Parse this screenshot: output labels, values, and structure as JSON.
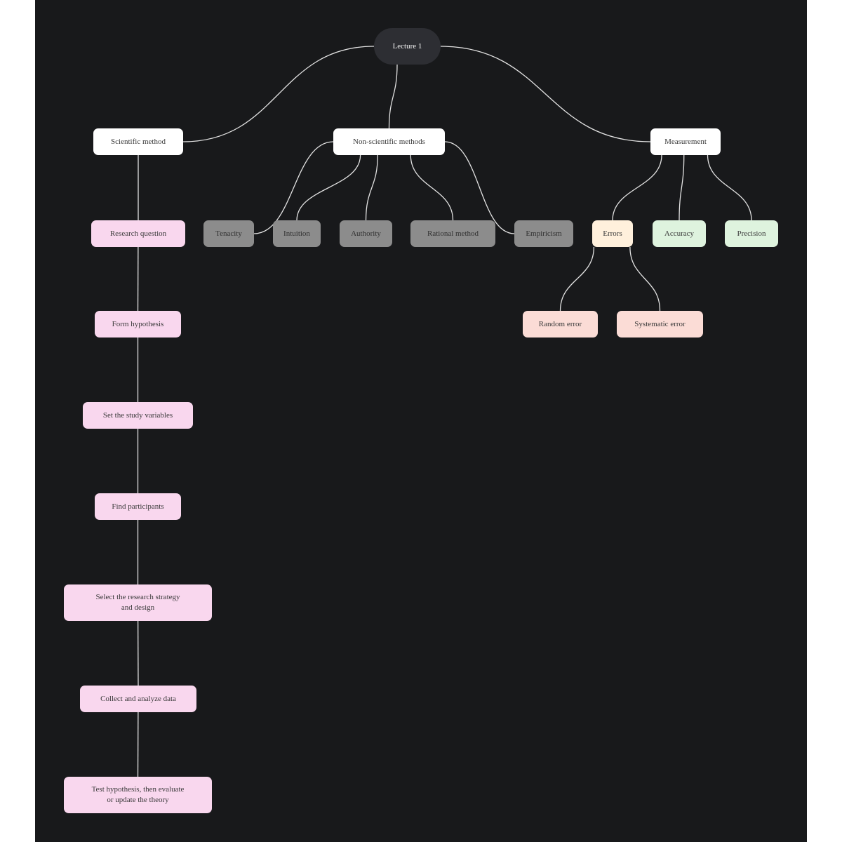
{
  "diagram": {
    "colors": {
      "background": "#18191b",
      "edge": "#e2e2e2",
      "root": "#2d2e33",
      "white": "#ffffff",
      "pink": "#f9d7ee",
      "gray": "#8c8c8c",
      "peach": "#fff0dc",
      "green": "#def3de",
      "salmon": "#fbdcd6"
    },
    "nodes": [
      {
        "id": "lecture-1",
        "label": "Lecture 1",
        "style": "root"
      },
      {
        "id": "scientific-method",
        "label": "Scientific method",
        "style": "white"
      },
      {
        "id": "non-scientific-methods",
        "label": "Non-scientific methods",
        "style": "white"
      },
      {
        "id": "measurement",
        "label": "Measurement",
        "style": "white"
      },
      {
        "id": "research-question",
        "label": "Research question",
        "style": "pink"
      },
      {
        "id": "form-hypothesis",
        "label": "Form hypothesis",
        "style": "pink"
      },
      {
        "id": "set-study-variables",
        "label": "Set the study variables",
        "style": "pink"
      },
      {
        "id": "find-participants",
        "label": "Find participants",
        "style": "pink"
      },
      {
        "id": "select-research-strategy",
        "label": "Select the research strategy\nand design",
        "style": "pink"
      },
      {
        "id": "collect-analyze-data",
        "label": "Collect and analyze data",
        "style": "pink"
      },
      {
        "id": "test-hypothesis",
        "label": "Test hypothesis, then evaluate\nor update the theory",
        "style": "pink"
      },
      {
        "id": "tenacity",
        "label": "Tenacity",
        "style": "gray"
      },
      {
        "id": "intuition",
        "label": "Intuition",
        "style": "gray"
      },
      {
        "id": "authority",
        "label": "Authority",
        "style": "gray"
      },
      {
        "id": "rational-method",
        "label": "Rational method",
        "style": "gray"
      },
      {
        "id": "empiricism",
        "label": "Empiricism",
        "style": "gray"
      },
      {
        "id": "errors",
        "label": "Errors",
        "style": "peach"
      },
      {
        "id": "accuracy",
        "label": "Accuracy",
        "style": "green"
      },
      {
        "id": "precision",
        "label": "Precision",
        "style": "green"
      },
      {
        "id": "random-error",
        "label": "Random error",
        "style": "salmon"
      },
      {
        "id": "systematic-error",
        "label": "Systematic error",
        "style": "salmon"
      }
    ],
    "edges": [
      [
        "lecture-1",
        "scientific-method"
      ],
      [
        "lecture-1",
        "non-scientific-methods"
      ],
      [
        "lecture-1",
        "measurement"
      ],
      [
        "scientific-method",
        "research-question"
      ],
      [
        "research-question",
        "form-hypothesis"
      ],
      [
        "form-hypothesis",
        "set-study-variables"
      ],
      [
        "set-study-variables",
        "find-participants"
      ],
      [
        "find-participants",
        "select-research-strategy"
      ],
      [
        "select-research-strategy",
        "collect-analyze-data"
      ],
      [
        "collect-analyze-data",
        "test-hypothesis"
      ],
      [
        "non-scientific-methods",
        "tenacity"
      ],
      [
        "non-scientific-methods",
        "intuition"
      ],
      [
        "non-scientific-methods",
        "authority"
      ],
      [
        "non-scientific-methods",
        "rational-method"
      ],
      [
        "non-scientific-methods",
        "empiricism"
      ],
      [
        "measurement",
        "errors"
      ],
      [
        "measurement",
        "accuracy"
      ],
      [
        "measurement",
        "precision"
      ],
      [
        "errors",
        "random-error"
      ],
      [
        "errors",
        "systematic-error"
      ]
    ]
  }
}
